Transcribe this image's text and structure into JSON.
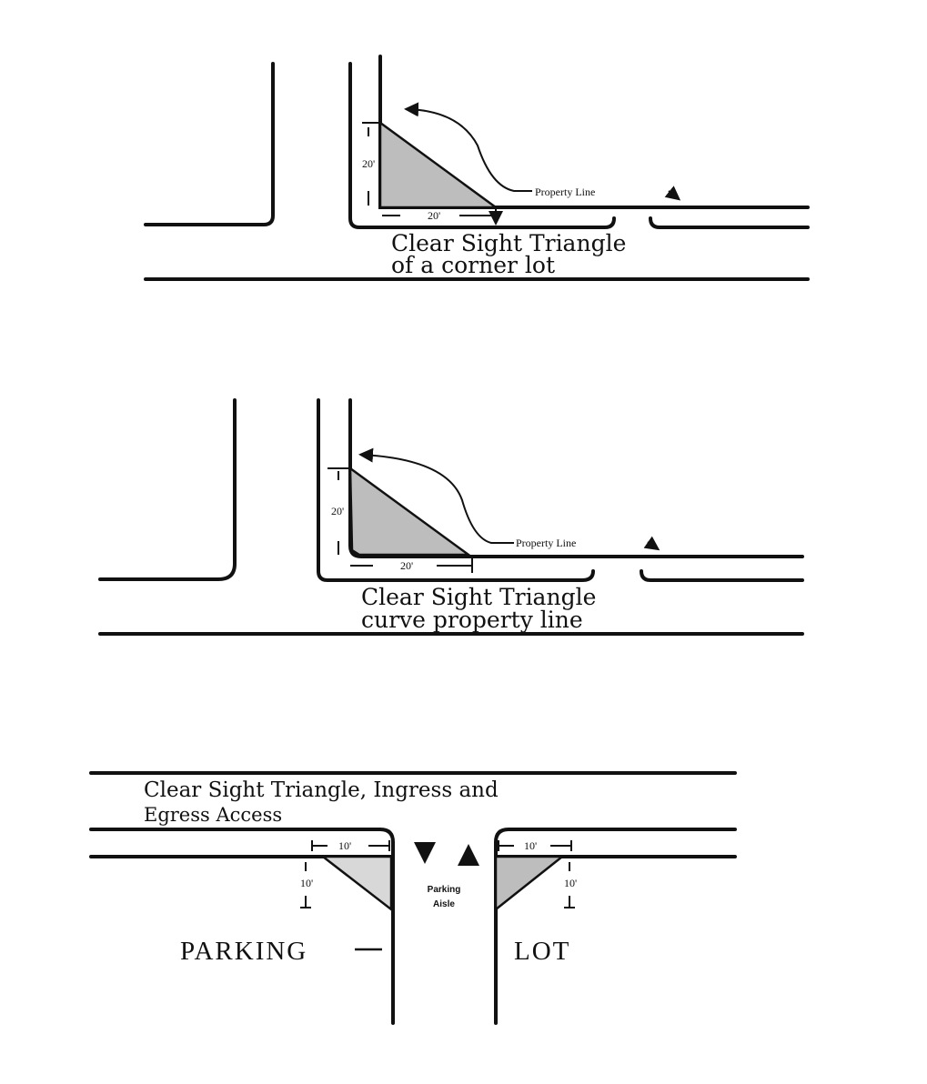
{
  "diagram1": {
    "title_line1": "Clear Sight Triangle",
    "title_line2": "of a corner lot",
    "property_line": "Property Line",
    "dim_vertical": "20'",
    "dim_horizontal": "20'"
  },
  "diagram2": {
    "title_line1": "Clear Sight Triangle",
    "title_line2": "curve property line",
    "property_line": "Property Line",
    "dim_vertical": "20'",
    "dim_horizontal": "20'"
  },
  "diagram3": {
    "title_line1": "Clear Sight Triangle, Ingress and",
    "title_line2": "Egress Access",
    "dim_left_horizontal": "10'",
    "dim_left_vertical": "10'",
    "dim_right_horizontal": "10'",
    "dim_right_vertical": "10'",
    "aisle_line1": "Parking",
    "aisle_line2": "Aisle",
    "label_left": "PARKING",
    "label_right": "LOT"
  }
}
